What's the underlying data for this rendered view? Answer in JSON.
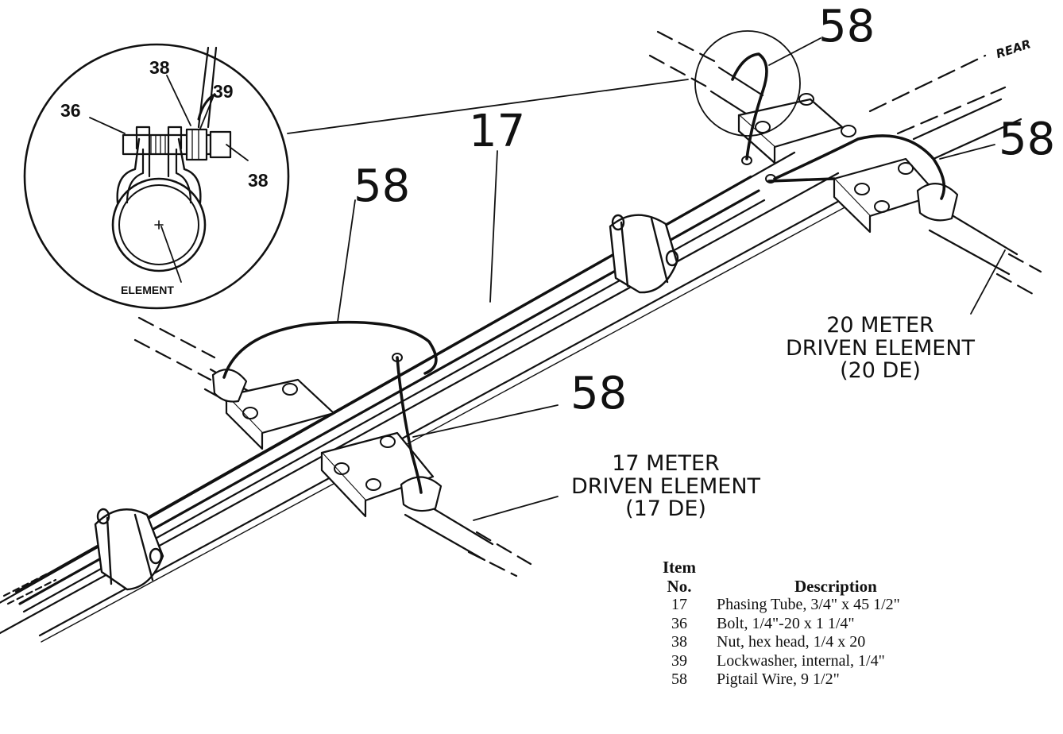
{
  "callouts": {
    "c58_top": "58",
    "c58_right": "58",
    "c58_left": "58",
    "c58_center": "58",
    "c17": "17",
    "rear": "REAR"
  },
  "detail": {
    "n36": "36",
    "n38_top": "38",
    "n39": "39",
    "n38_right": "38",
    "element": "ELEMENT"
  },
  "elements": {
    "de20": "20 METER\nDRIVEN ELEMENT\n(20 DE)",
    "de17": "17 METER\nDRIVEN ELEMENT\n(17 DE)"
  },
  "parts_table": {
    "header_item": "Item",
    "header_no": "No.",
    "header_description": "Description",
    "rows": [
      {
        "no": "17",
        "description": "Phasing Tube, 3/4\" x 45 1/2\""
      },
      {
        "no": "36",
        "description": "Bolt, 1/4\"-20 x 1 1/4\""
      },
      {
        "no": "38",
        "description": "Nut, hex head, 1/4 x 20"
      },
      {
        "no": "39",
        "description": "Lockwasher, internal, 1/4\""
      },
      {
        "no": "58",
        "description": "Pigtail Wire, 9 1/2\""
      }
    ]
  },
  "colors": {
    "ink": "#111111",
    "paper": "#ffffff"
  }
}
